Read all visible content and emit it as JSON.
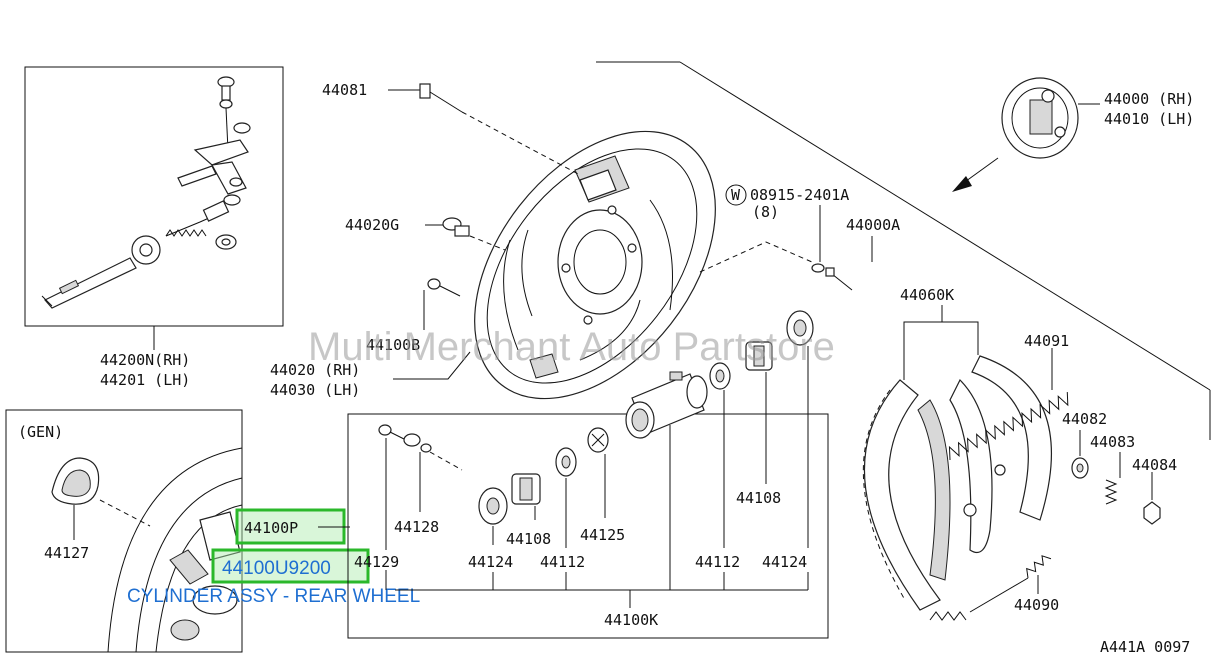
{
  "watermark": "Multi Merchant Auto Partstore",
  "figure_code": "A441A 0097",
  "colors": {
    "highlight_border": "#2bb82b",
    "highlight_text": "#1f6fd1",
    "caption_text": "#1f6fd1",
    "line": "#111111"
  },
  "callouts": {
    "p44081": "44081",
    "p44020G": "44020G",
    "p44100B": "44100B",
    "p44020": "44020 (RH)",
    "p44030": "44030 (LH)",
    "p44200N": "44200N(RH)",
    "p44201": "44201  (LH)",
    "gen": "(GEN)",
    "p44127": "44127",
    "p44129": "44129",
    "p44128": "44128",
    "p44124a": "44124",
    "p44108a": "44108",
    "p44112a": "44112",
    "p44125": "44125",
    "p44108b": "44108",
    "p44112b": "44112",
    "p44124b": "44124",
    "p44100K": "44100K",
    "bolt_w": "W",
    "p08915": "08915-2401A",
    "qty8": "(8)",
    "p44000A": "44000A",
    "p44000": "44000 (RH)",
    "p44010": "44010 (LH)",
    "p44060K": "44060K",
    "p44091": "44091",
    "p44082": "44082",
    "p44083": "44083",
    "p44084": "44084",
    "p44090": "44090"
  },
  "highlights": {
    "p44100P": "44100P",
    "p44100U9200": "44100U9200",
    "caption": "CYLINDER ASSY - REAR WHEEL"
  }
}
